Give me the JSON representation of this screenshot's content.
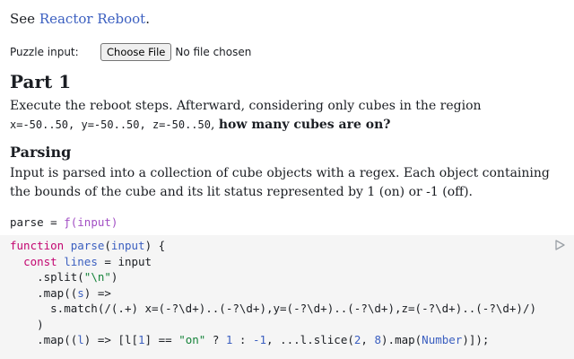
{
  "intro": {
    "prefix": "See ",
    "link": "Reactor Reboot",
    "suffix": "."
  },
  "puzzle": {
    "label": "Puzzle input:",
    "button": "Choose File",
    "status": "No file chosen"
  },
  "part1": {
    "heading": "Part 1",
    "line1": "Execute the reboot steps. Afterward, considering only cubes in the region",
    "code": "x=-50..50, y=-50..50, z=-50..50",
    "sep": ", ",
    "question": "how many cubes are on?"
  },
  "parsing": {
    "heading": "Parsing",
    "text": "Input is parsed into a collection of cube objects with a regex. Each object containing the bounds of the cube and its lit status represented by 1 (on) or -1 (off)."
  },
  "cell": {
    "name": "parse = ",
    "value": "ƒ(input)"
  },
  "code": {
    "line1": [
      "function",
      " ",
      "parse",
      "(",
      "input",
      ") {"
    ],
    "line2": [
      "const",
      " ",
      "lines",
      " = ",
      "input"
    ],
    "line3": [
      ".split(",
      "\"\\n\"",
      ")"
    ],
    "line4": [
      ".map((",
      "s",
      ") =>"
    ],
    "line5": [
      "s.match(/(.+) x=(-?\\d+)..(-?\\d+),y=(-?\\d+)..(-?\\d+),z=(-?\\d+)..(-?\\d+)/)"
    ],
    "line6": [
      ")"
    ],
    "line7": [
      ".map((",
      "l",
      ") => [l[",
      "1",
      "] == ",
      "\"on\"",
      " ? ",
      "1",
      " : ",
      "-1",
      ", ...l.slice(",
      "2",
      ", ",
      "8",
      ").map(",
      "Number",
      ")]);"
    ]
  },
  "colors": {
    "link": "#3b5fc0",
    "keyword": "#c30771",
    "string": "#15833a",
    "fn": "#a24fc4"
  },
  "icons": {
    "run": "play-icon"
  }
}
